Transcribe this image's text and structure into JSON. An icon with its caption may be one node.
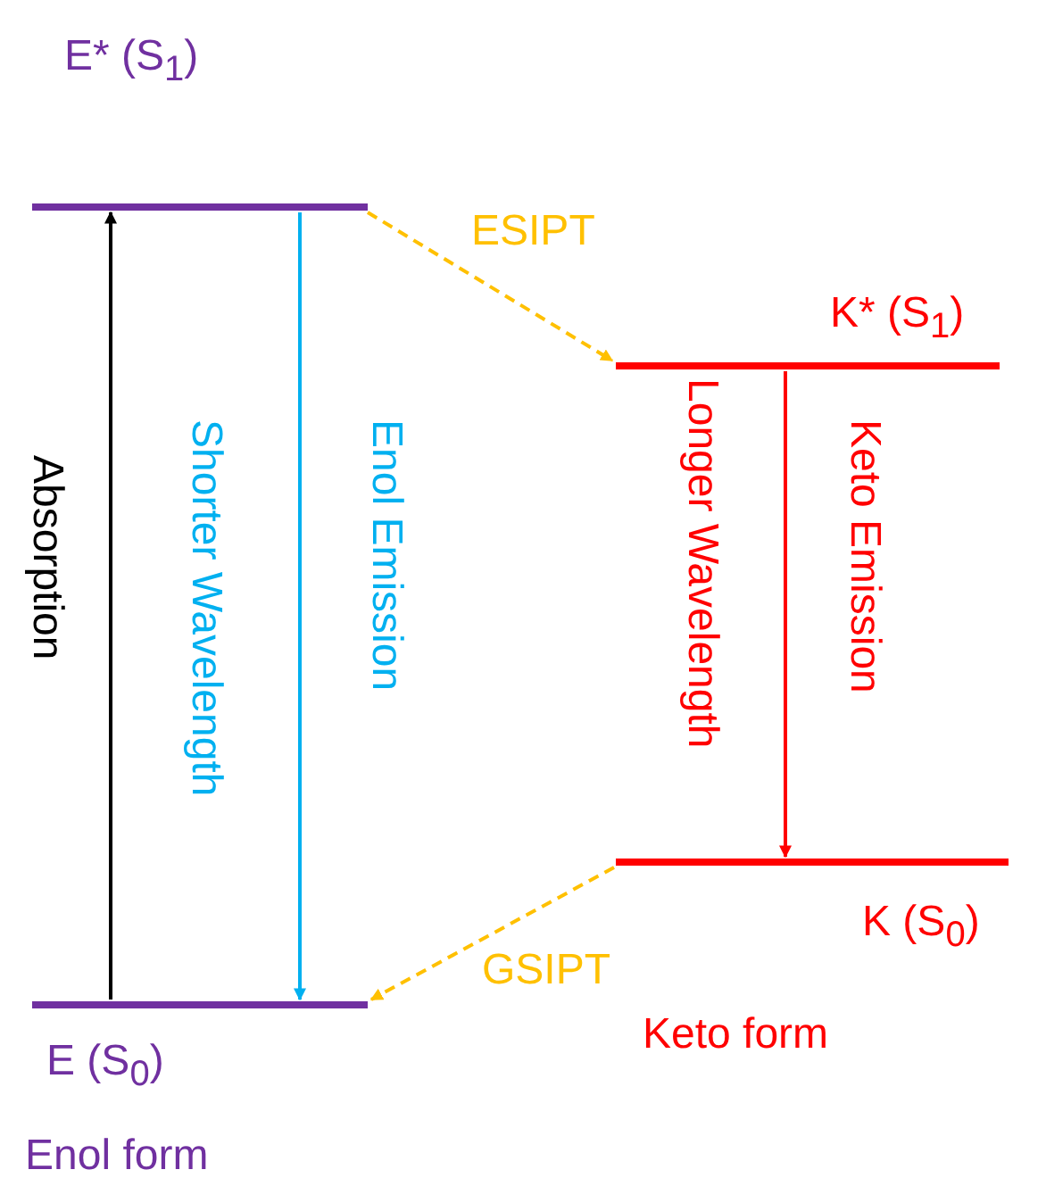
{
  "diagram": {
    "nodes": [
      {
        "text": [
          "E* (S$_{1}$)"
        ]
      },
      {
        "text": [
          "K* (S$_{1}$)"
        ]
      },
      {
        "text": [
          "K (S$_{0}$)"
        ]
      },
      {
        "text": [
          "E (S$_{0}$)"
        ]
      }
    ],
    "edges": [
      {
        "from": 3,
        "to": 0,
        "arrow": "to",
        "label": "Absorption",
        "color": "#000000"
      },
      {
        "from": 0,
        "to": 3,
        "arrow": "to",
        "label": "Enol Emission",
        "color": "#00b0f0"
      },
      {
        "from": 0,
        "to": 1,
        "arrow": "to",
        "label": "ESIPT",
        "style": "dashed",
        "color": "#ffc000"
      },
      {
        "from": 1,
        "to": 2,
        "arrow": "to",
        "label": "Keto Emission",
        "color": "#ff0000"
      },
      {
        "from": 2,
        "to": 3,
        "arrow": "to",
        "label": "GSIPT",
        "style": "dashed",
        "color": "#ffc000"
      }
    ],
    "labels": [
      "Shorter Wavelength",
      "Longer Wavelength",
      "Keto form",
      "Enol form"
    ]
  }
}
